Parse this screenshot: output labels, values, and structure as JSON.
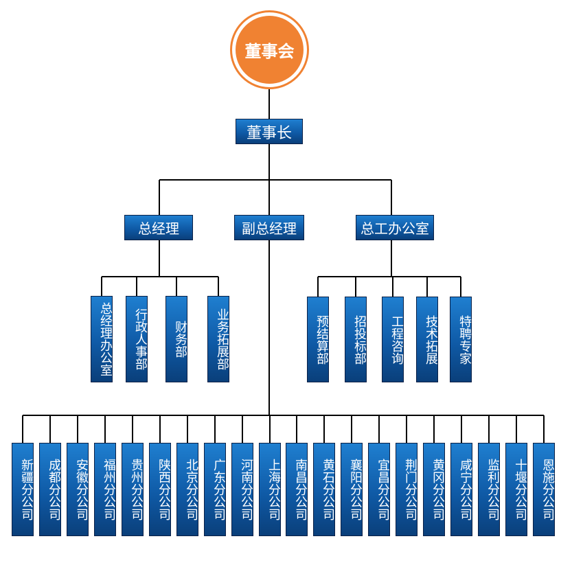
{
  "board": {
    "label": "董事会",
    "color": "#f08232"
  },
  "chairman": {
    "label": "董事长"
  },
  "gm": {
    "label": "总经理",
    "departments": [
      "总经理办公室",
      "行政人事部",
      "财务部",
      "业务拓展部"
    ]
  },
  "deputy_gm": {
    "label": "副总经理",
    "branches": [
      "新疆分公司",
      "成都分公司",
      "安徽分公司",
      "福州分公司",
      "贵州分公司",
      "陕西分公司",
      "北京分公司",
      "广东分公司",
      "河南分公司",
      "上海分公司",
      "南昌分公司",
      "黄石分公司",
      "襄阳分公司",
      "宜昌分公司",
      "荆门分公司",
      "黄冈分公司",
      "咸宁分公司",
      "监利分公司",
      "十堰分公司",
      "恩施分公司"
    ]
  },
  "chief_engineer_office": {
    "label": "总工办公室",
    "departments": [
      "预结算部",
      "招投标部",
      "工程咨询",
      "技术拓展",
      "特聘专家"
    ]
  },
  "colors": {
    "box": "#0f5aa6",
    "line": "#000000"
  }
}
